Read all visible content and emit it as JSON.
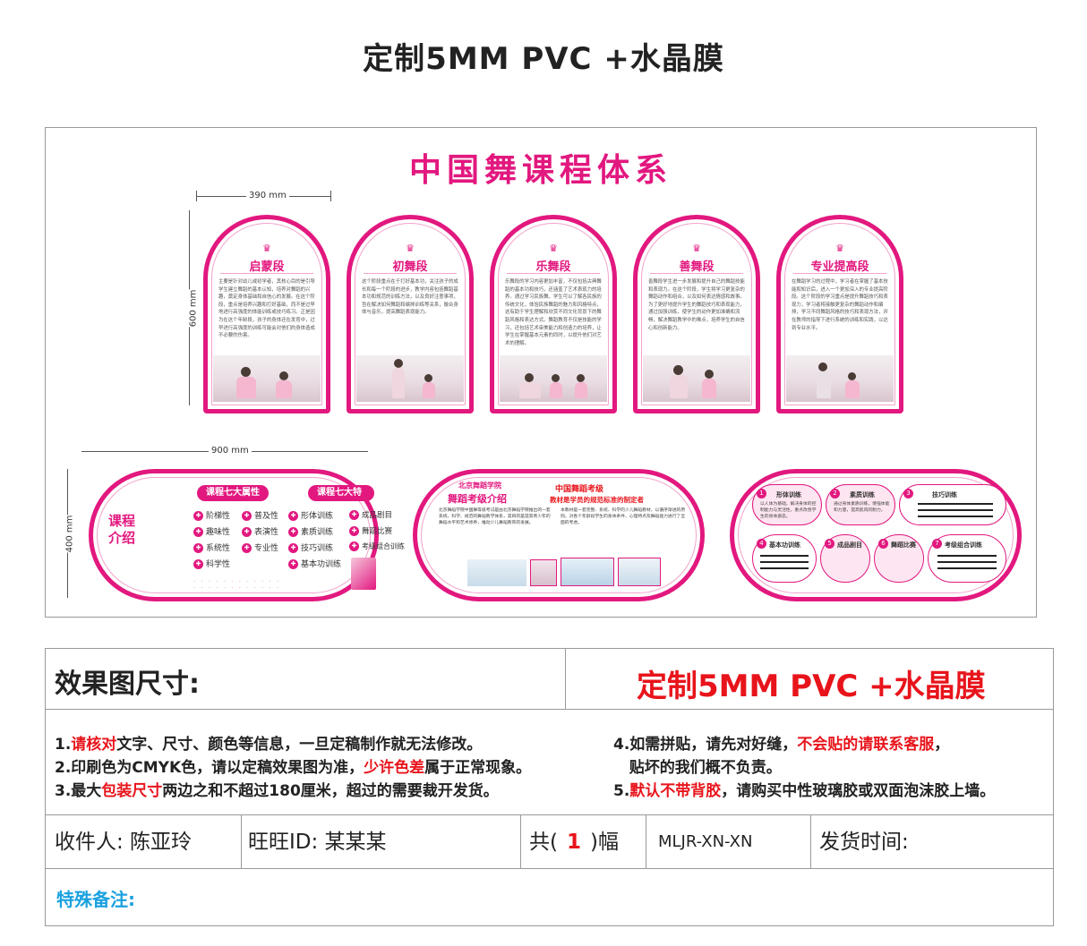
{
  "page_title": "定制5MM PVC +水晶膜",
  "board": {
    "title": "中国舞课程体系",
    "dims": {
      "arch_width": "390 mm",
      "arch_height": "600 mm",
      "oval_width": "900 mm",
      "oval_height": "400 mm"
    },
    "stages": [
      {
        "name": "启蒙段",
        "text": "主要是针对幼儿或初学者，其核心目的是引导学生建立舞蹈的基本认知，培养对舞蹈的兴趣，奠定身体基础和自信心的发展。在这个阶段，重点是培养兴趣和打好基础，而不是过早地进行高强度的体能训练或技巧练习。正是因为在这个年龄段，孩子的身体还在发育中，过早进行高强度的训练可能会对他们的身体造成不必要的伤害。"
      },
      {
        "name": "初舞段",
        "text": "这个阶段重点在于打好基本功，关注孩子的成长和每一个阶段的进步，教学内容包括舞蹈基本功和规范的训练方法，以及良好注意事项，旨在解决如何舞蹈和编排训练等关系，融合身体与音乐，提高舞蹈表现能力。"
      },
      {
        "name": "乐舞段",
        "text": "乐舞段的学习内容更加丰富，不仅包括古典舞蹈的基本功和技巧，还涵盖了艺术表现力的培养。通过学习民族舞，学生可以了解各民族的传统文化，体验民族舞蹈的魅力和风格特点，这有助于学生理解和欣赏不同文化背景下的舞蹈风格和表达方式。舞蹈教育不仅是技能的学习，还包括艺术审美能力和创造力的培养，让学生在掌握基本元素的同时，以提升他们对艺术的理解。"
      },
      {
        "name": "善舞段",
        "text": "善舞段学生进一步发展和提升自己的舞蹈技能和表现力。在这个阶段，学生将学习更复杂的舞蹈动作和组合，以及如何表达情感和故事。为了更好地提升学生的舞蹈技巧和表现能力，通过加强训练，使学生的动作更加准确和流畅，解决舞蹈教学中的难点，培养学生的自信心和创新能力。"
      },
      {
        "name": "专业提高段",
        "text": "在舞蹈学习的过程中，学习者在掌握了基本技能和知识后，进入一个更加深入的专业提高阶段。这个阶段的学习重点是提升舞蹈技巧和表现力，学习者将接触更复杂的舞蹈动作和编排，学习不同舞蹈风格的技巧和表现方法，并在教师的指导下进行系统的训练和实践，以达到专业水平。"
      }
    ],
    "intro": {
      "title": "课程介绍",
      "attr_label": "课程七大属性",
      "feature_label": "课程七大特色",
      "attributes": [
        "阶梯性",
        "普及性",
        "趣味性",
        "表演性",
        "系统性",
        "专业性",
        "科学性"
      ],
      "features": [
        "形体训练",
        "成品剧目",
        "素质训练",
        "舞蹈比赛",
        "技巧训练",
        "考级组合训练",
        "基本功训练"
      ]
    },
    "exam": {
      "school": "北京舞蹈学院",
      "title_left": "舞蹈考级介绍",
      "title_right_1": "中国舞蹈考级",
      "title_right_2": "教材是学员的规范标准的制定者",
      "text_left": "北京舞蹈学院中国舞等级考试是由北京舞蹈学院推出的一套系统、科学、规范的舞蹈教学体系，其目的是提高青少年的舞蹈水平和艺术修养，推动少儿舞蹈教育的发展。",
      "text_right": "本教材是一套完整、系统、科学的少儿舞蹈教材，以循序渐进的原则，对各个年龄段学生的身体条件、心理特点及舞蹈能力进行了全面的考虑。"
    },
    "training": {
      "items": [
        {
          "num": "1",
          "title": "形体训练"
        },
        {
          "num": "2",
          "title": "素质训练"
        },
        {
          "num": "3",
          "title": "技巧训练"
        },
        {
          "num": "4",
          "title": "基本功训练"
        },
        {
          "num": "5",
          "title": "成品剧目"
        },
        {
          "num": "6",
          "title": "舞蹈比赛"
        },
        {
          "num": "7",
          "title": "考级组合训练"
        }
      ],
      "text_1": "以人体为基础，解决身体的控制能力与灵活性，重点改善学生的身体姿态。",
      "text_2": "通过身体素质训练，增强体能和力量，提高肌肉的耐力。"
    }
  },
  "table": {
    "size_label": "效果图尺寸:",
    "material": "定制5MM PVC +水晶膜",
    "notes_left": [
      {
        "pre": "1.",
        "red": "请核对",
        "post": "文字、尺寸、颜色等信息，一旦定稿制作就无法修改。"
      },
      {
        "pre": "2.印刷色为CMYK色，请以定稿效果图为准，",
        "red": "少许色差",
        "post": "属于正常现象。"
      },
      {
        "pre": "3.最大",
        "red": "包装尺寸",
        "post": "两边之和不超过180厘米，超过的需要裁开发货。"
      }
    ],
    "notes_right": [
      {
        "pre": "4.如需拼贴，请先对好缝，",
        "red": "不会贴的请联系客服",
        "post": "，"
      },
      {
        "pre": "   贴坏的我们概不负责。",
        "red": "",
        "post": ""
      },
      {
        "pre": "5.",
        "red": "默认不带背胶",
        "post": "，请购买中性玻璃胶或双面泡沫胶上墙。"
      }
    ],
    "recipient": "收件人: 陈亚玲",
    "wangwang": "旺旺ID:  某某某",
    "count_pre": "共(",
    "count": "1",
    "count_post": ")幅",
    "code": "MLJR-XN-XN",
    "ship_time": "发货时间:",
    "remark": "特殊备注:"
  },
  "colors": {
    "brand_pink": "#e2187f",
    "note_red": "#e8141b",
    "remark_blue": "#1aa1e0"
  }
}
